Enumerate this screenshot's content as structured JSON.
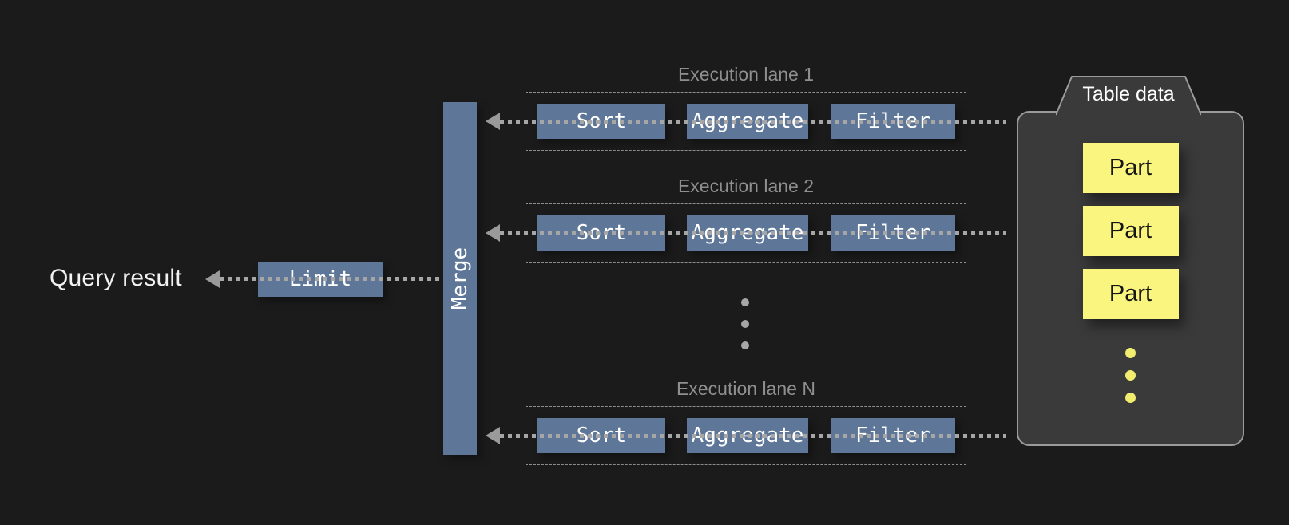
{
  "diagram": {
    "query_result_label": "Query result",
    "limit_label": "Limit",
    "merge_label": "Merge",
    "lanes": [
      {
        "title": "Execution lane 1",
        "operators": [
          "Sort",
          "Aggregate",
          "Filter"
        ]
      },
      {
        "title": "Execution lane 2",
        "operators": [
          "Sort",
          "Aggregate",
          "Filter"
        ]
      },
      {
        "title": "Execution lane N",
        "operators": [
          "Sort",
          "Aggregate",
          "Filter"
        ]
      }
    ],
    "table": {
      "title": "Table data",
      "parts": [
        "Part",
        "Part",
        "Part"
      ]
    },
    "colors": {
      "background": "#1b1b1c",
      "operator_fill": "#5e7697",
      "white_text": "#ffffff",
      "lane_title": "#8f8f8f",
      "dashed_border": "#8f8f8f",
      "dotted": "#a6a6a6",
      "arrow": "#9a9a9a",
      "table_fill": "#3a3a3b",
      "table_border": "#9b9b9b",
      "part_fill": "#faf57e",
      "part_text": "#161616",
      "yellow_dot": "#f2ec6f",
      "gray_dot": "#a6a6a6",
      "query_text": "#f2f2f2"
    }
  }
}
